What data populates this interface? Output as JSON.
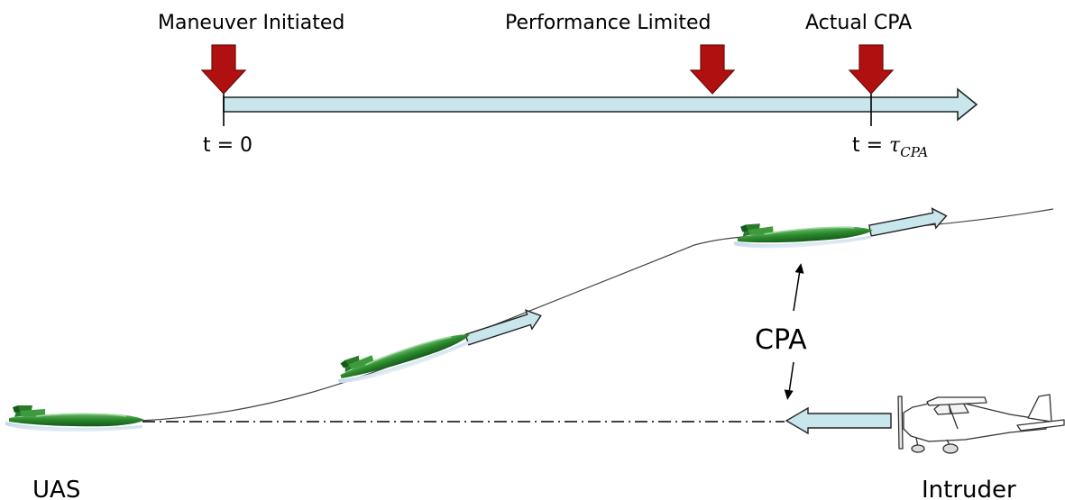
{
  "timeline": {
    "events": [
      {
        "label": "Maneuver Initiated"
      },
      {
        "label": "Performance Limited"
      },
      {
        "label": "Actual CPA"
      }
    ],
    "start_label": "t = 0",
    "end_label_prefix": "t = ",
    "end_label_symbol": "τ",
    "end_label_subscript": "CPA"
  },
  "scene": {
    "cpa_label": "CPA",
    "uas_label": "UAS",
    "intruder_label": "Intruder"
  },
  "colors": {
    "event_marker": "#b01010",
    "timeline_arrow_fill": "#c8e6ec",
    "aircraft_green": "#2f8f2f",
    "aircraft_dark": "#1f6a26"
  }
}
